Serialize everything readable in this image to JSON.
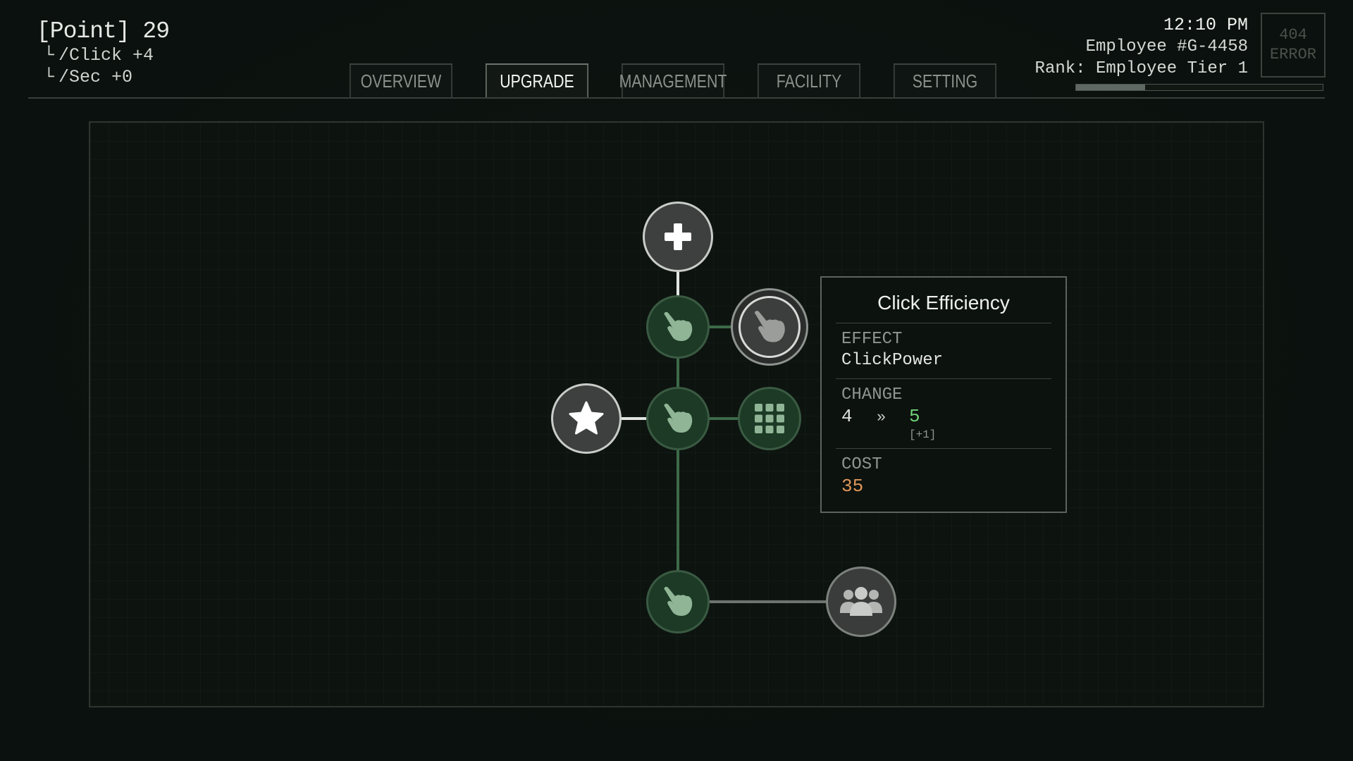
{
  "header": {
    "points": "[Point] 29",
    "per_click": "/Click +4",
    "per_sec": "/Sec +0",
    "tree_glyph": "└",
    "tabs": [
      {
        "label": "OVERVIEW",
        "active": false
      },
      {
        "label": "UPGRADE",
        "active": true
      },
      {
        "label": "MANAGEMENT",
        "active": false
      },
      {
        "label": "FACILITY",
        "active": false
      },
      {
        "label": "SETTING",
        "active": false
      }
    ],
    "time": "12:10 PM",
    "employee": "Employee #G-4458",
    "rank": "Rank: Employee Tier 1",
    "rank_progress": 0.28,
    "error_line1": "404",
    "error_line2": "ERROR"
  },
  "tree": {
    "nodes": [
      {
        "id": "root",
        "icon": "plus-icon",
        "state": "available"
      },
      {
        "id": "click-1",
        "icon": "pointing-hand-icon",
        "state": "purchased"
      },
      {
        "id": "click-efficiency",
        "icon": "pointing-hand-icon",
        "state": "selected"
      },
      {
        "id": "click-2",
        "icon": "pointing-hand-icon",
        "state": "purchased"
      },
      {
        "id": "star",
        "icon": "star-icon",
        "state": "available"
      },
      {
        "id": "grid",
        "icon": "grid-icon",
        "state": "purchased"
      },
      {
        "id": "click-3",
        "icon": "pointing-hand-icon",
        "state": "purchased"
      },
      {
        "id": "team",
        "icon": "group-icon",
        "state": "locked"
      }
    ]
  },
  "tooltip": {
    "title": "Click Efficiency",
    "effect_label": "EFFECT",
    "effect_value": "ClickPower",
    "change_label": "CHANGE",
    "change_from": "4",
    "change_arrow": "»",
    "change_to": "5",
    "change_delta": "[+1]",
    "cost_label": "COST",
    "cost_value": "35"
  },
  "colors": {
    "background": "#0b110e",
    "node_purchased": "#1c3a25",
    "node_available": "#3d403e",
    "cost": "#e0975b",
    "change_positive": "#6fd178"
  }
}
